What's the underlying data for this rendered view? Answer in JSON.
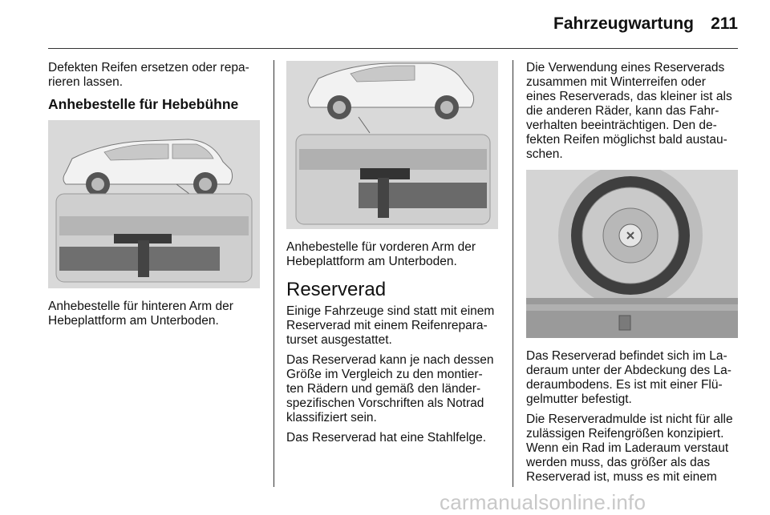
{
  "header": {
    "title": "Fahrzeugwartung",
    "page_number": "211"
  },
  "col1": {
    "intro": "Defekten Reifen ersetzen oder repa-\nrieren lassen.",
    "heading": "Anhebestelle für Hebebühne",
    "caption": "Anhebestelle für hinteren Arm der\nHebeplattform am Unterboden."
  },
  "col2": {
    "caption": "Anhebestelle für vorderen Arm der\nHebeplattform am Unterboden.",
    "heading": "Reserverad",
    "para1": "Einige Fahrzeuge sind statt mit einem\nReserverad mit einem Reifenrepara-\nturset ausgestattet.",
    "para2": "Das Reserverad kann je nach dessen\nGröße im Vergleich zu den montier-\nten Rädern und gemäß den länder-\nspezifischen Vorschriften als Notrad\nklassifiziert sein.",
    "para3": "Das Reserverad hat eine Stahlfelge."
  },
  "col3": {
    "para1": "Die Verwendung eines Reserverads\nzusammen mit Winterreifen oder\neines Reserverads, das kleiner ist als\ndie anderen Räder, kann das Fahr-\nverhalten beeinträchtigen. Den de-\nfekten Reifen möglichst bald austau-\nschen.",
    "para2": "Das Reserverad befindet sich im La-\nderaum unter der Abdeckung des La-\nderaumbodens. Es ist mit einer Flü-\ngelmutter befestigt.",
    "para3": "Die Reserveradmulde ist nicht für alle\nzulässigen Reifengrößen konzipiert.\nWenn ein Rad im Laderaum verstaut\nwerden muss, das größer als das\nReserverad ist, muss es mit einem"
  },
  "watermark": "carmanualsonline.info"
}
